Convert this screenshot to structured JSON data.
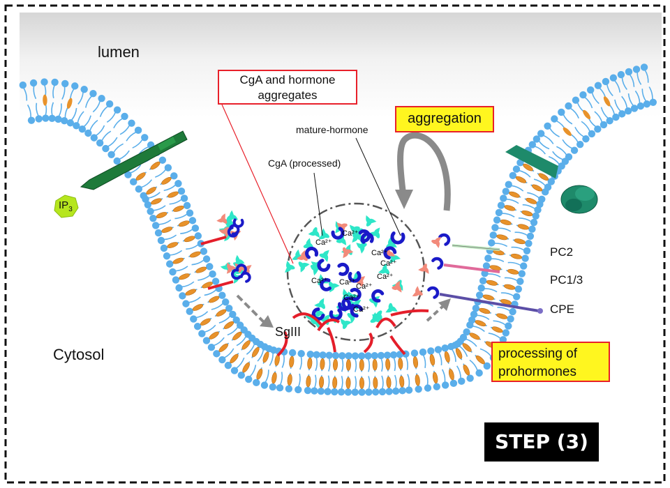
{
  "labels": {
    "lumen": "lumen",
    "cytosol": "Cytosol",
    "ip3": "IP",
    "ip3_sub": "3",
    "sgiii": "SgIII",
    "pc2": "PC2",
    "pc13": "PC1/3",
    "cpe": "CPE",
    "mature_hormone": "mature-hormone",
    "cga_processed": "CgA (processed)",
    "ca_ion": "Ca²⁺"
  },
  "boxes": {
    "aggregates": "CgA and hormone aggregates",
    "aggregation": "aggregation",
    "processing": "processing of prohormones",
    "step": "STEP (3)"
  },
  "colors": {
    "membrane": "#5aaeea",
    "cholesterol": "#e8922a",
    "prohormone_red": "#e41e2a",
    "hormone_blue": "#1a1ac8",
    "cga_cyan": "#2ee6c8",
    "ip3_green": "#b6e61e",
    "receptor_green": "#1e7a3a",
    "label_box_border": "#e8202a",
    "highlight_yellow": "#fff61f"
  }
}
